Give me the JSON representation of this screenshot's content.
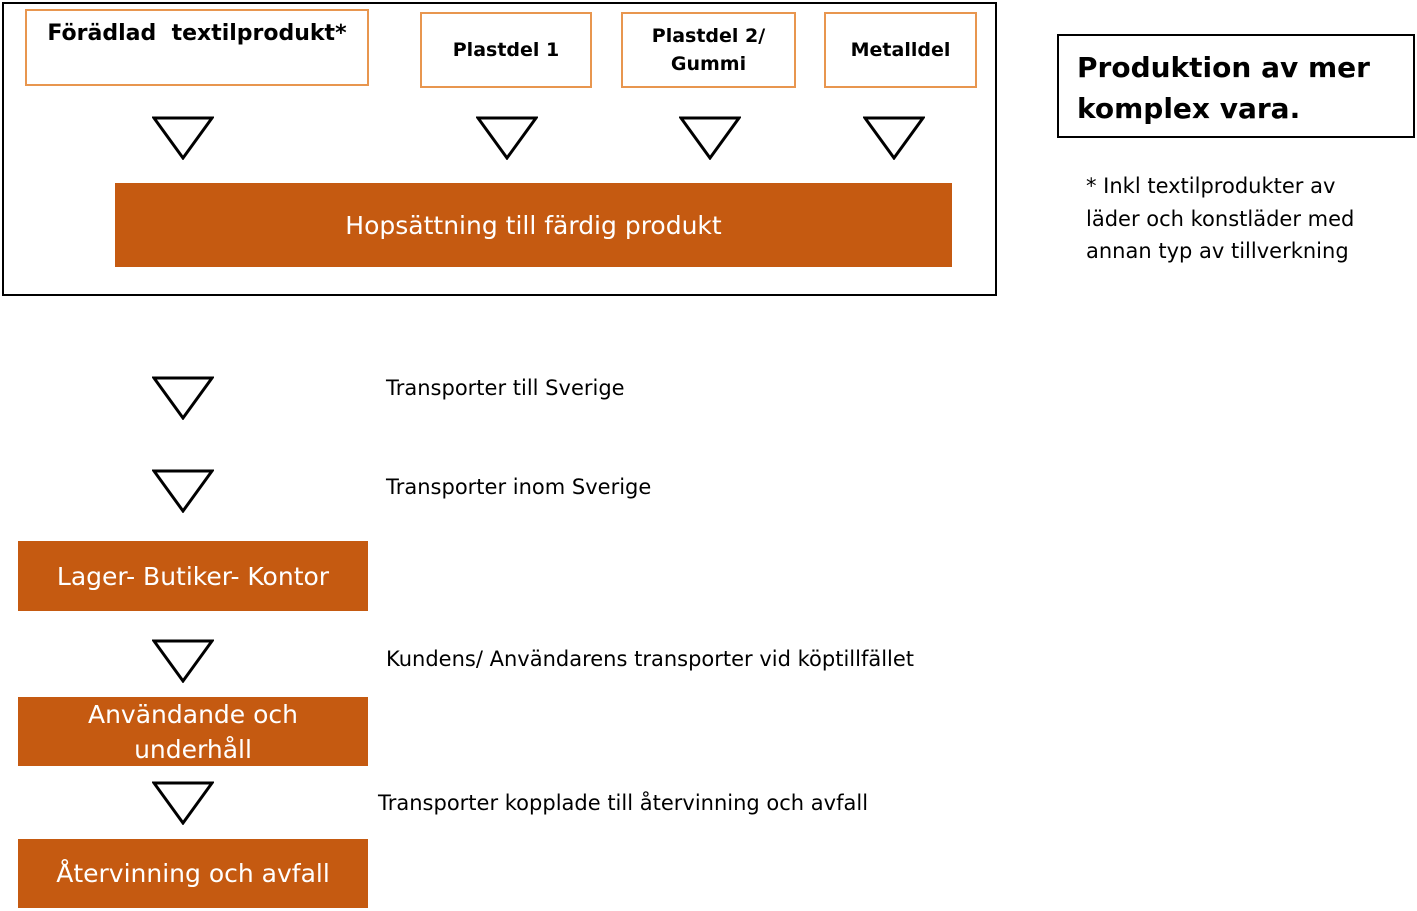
{
  "inputs": [
    {
      "lines": [
        "Förädlad  textilprodukt*"
      ]
    },
    {
      "lines": [
        "Plastdel 1"
      ]
    },
    {
      "lines": [
        "Plastdel 2/",
        "Gummi"
      ]
    },
    {
      "lines": [
        "Metalldel"
      ]
    }
  ],
  "assembly": "Hopsättning till färdig produkt",
  "title": [
    "Produktion av mer",
    "komplex vara."
  ],
  "note": [
    "* Inkl textilprodukter av",
    "läder och konstläder med",
    "annan typ av tillverkning"
  ],
  "transports": {
    "to_sweden": "Transporter till Sverige",
    "within_sweden": "Transporter inom Sverige",
    "customer": "Kundens/ Användarens transporter vid köptillfället",
    "recycling": "Transporter kopplade till återvinning och avfall"
  },
  "stages": {
    "warehouse": "Lager- Butiker- Kontor",
    "use": [
      "Användande och",
      "underhåll"
    ],
    "end": "Återvinning och avfall"
  },
  "colors": {
    "orange_fill": "#c55a11",
    "orange_border": "#e8964f"
  },
  "icons": {
    "flow_arrow": "down-triangle-icon"
  }
}
